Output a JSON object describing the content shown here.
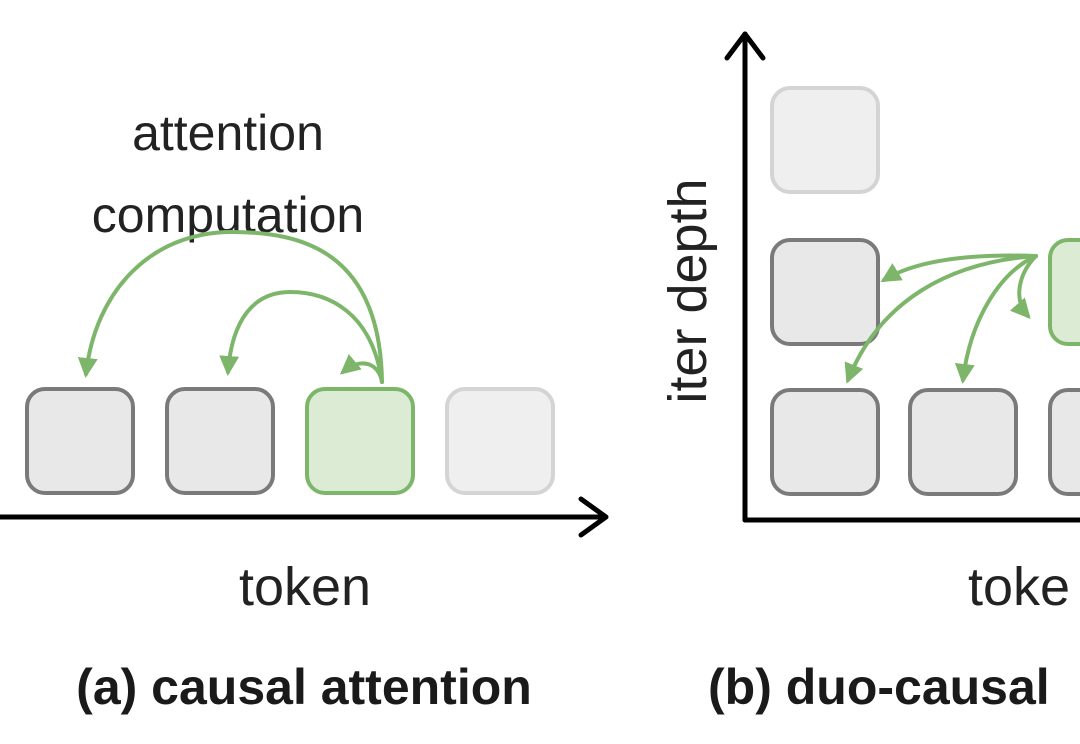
{
  "panel_a": {
    "annotation_line1": "attention",
    "annotation_line2": "computation",
    "x_axis_label": "token",
    "caption": "(a) causal attention"
  },
  "panel_b": {
    "y_axis_label": "iter depth",
    "x_axis_label": "toke",
    "caption": "(b) duo-causal"
  },
  "colors": {
    "attention_green": "#7db66a",
    "active_fill": "#dcebd4",
    "past_border": "#7a7a7a",
    "future_border": "#d4d4d4",
    "axis": "#000000"
  }
}
